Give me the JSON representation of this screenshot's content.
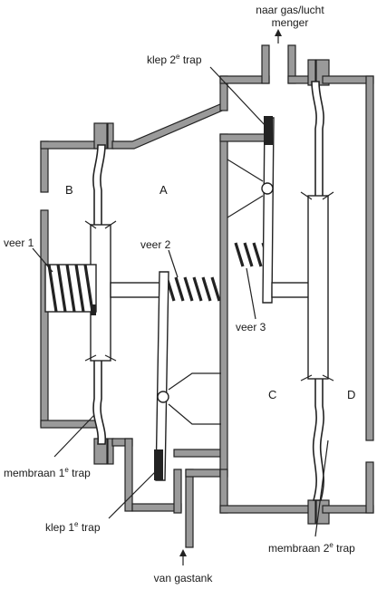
{
  "labels": {
    "outlet_line1": "naar gas/lucht",
    "outlet_line2": "menger",
    "valve2_main": "klep 2",
    "valve2_sup": "e",
    "valve2_tail": " trap",
    "chamber_b": "B",
    "chamber_a": "A",
    "chamber_c": "C",
    "chamber_d": "D",
    "spring1": "veer 1",
    "spring2": "veer 2",
    "spring3": "veer 3",
    "membrane1_main": "membraan 1",
    "membrane1_sup": "e",
    "membrane1_tail": " trap",
    "valve1_main": "klep 1",
    "valve1_sup": "e",
    "valve1_tail": " trap",
    "membrane2_main": "membraan 2",
    "membrane2_sup": "e",
    "membrane2_tail": " trap",
    "inlet": "van gastank"
  },
  "colors": {
    "wall": "#9a9a9a",
    "outline": "#222222",
    "background": "#ffffff"
  }
}
